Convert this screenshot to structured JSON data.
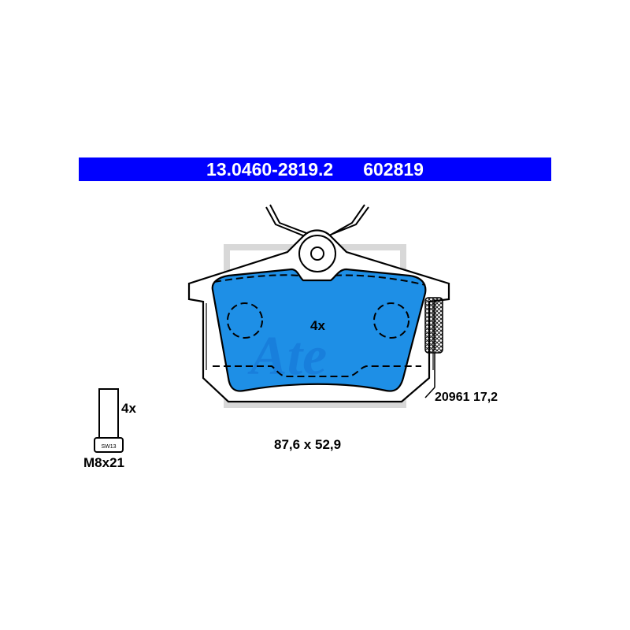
{
  "header": {
    "part_number": "13.0460-2819.2",
    "ref_number": "602819",
    "background_color": "#0000ff",
    "text_color": "#ffffff"
  },
  "drawing": {
    "pad_quantity": "4x",
    "pad_fill_color": "#1e8fe6",
    "watermark": "Ate",
    "wear_indicator": "hatched-wear-sensor",
    "spring_clip": "anti-rattle-spring"
  },
  "specs": {
    "wva_and_thickness": "20961 17,2",
    "dimensions": "87,6 x 52,9"
  },
  "bolt": {
    "quantity": "4x",
    "size": "M8x21",
    "wrench_size": "SW13"
  }
}
